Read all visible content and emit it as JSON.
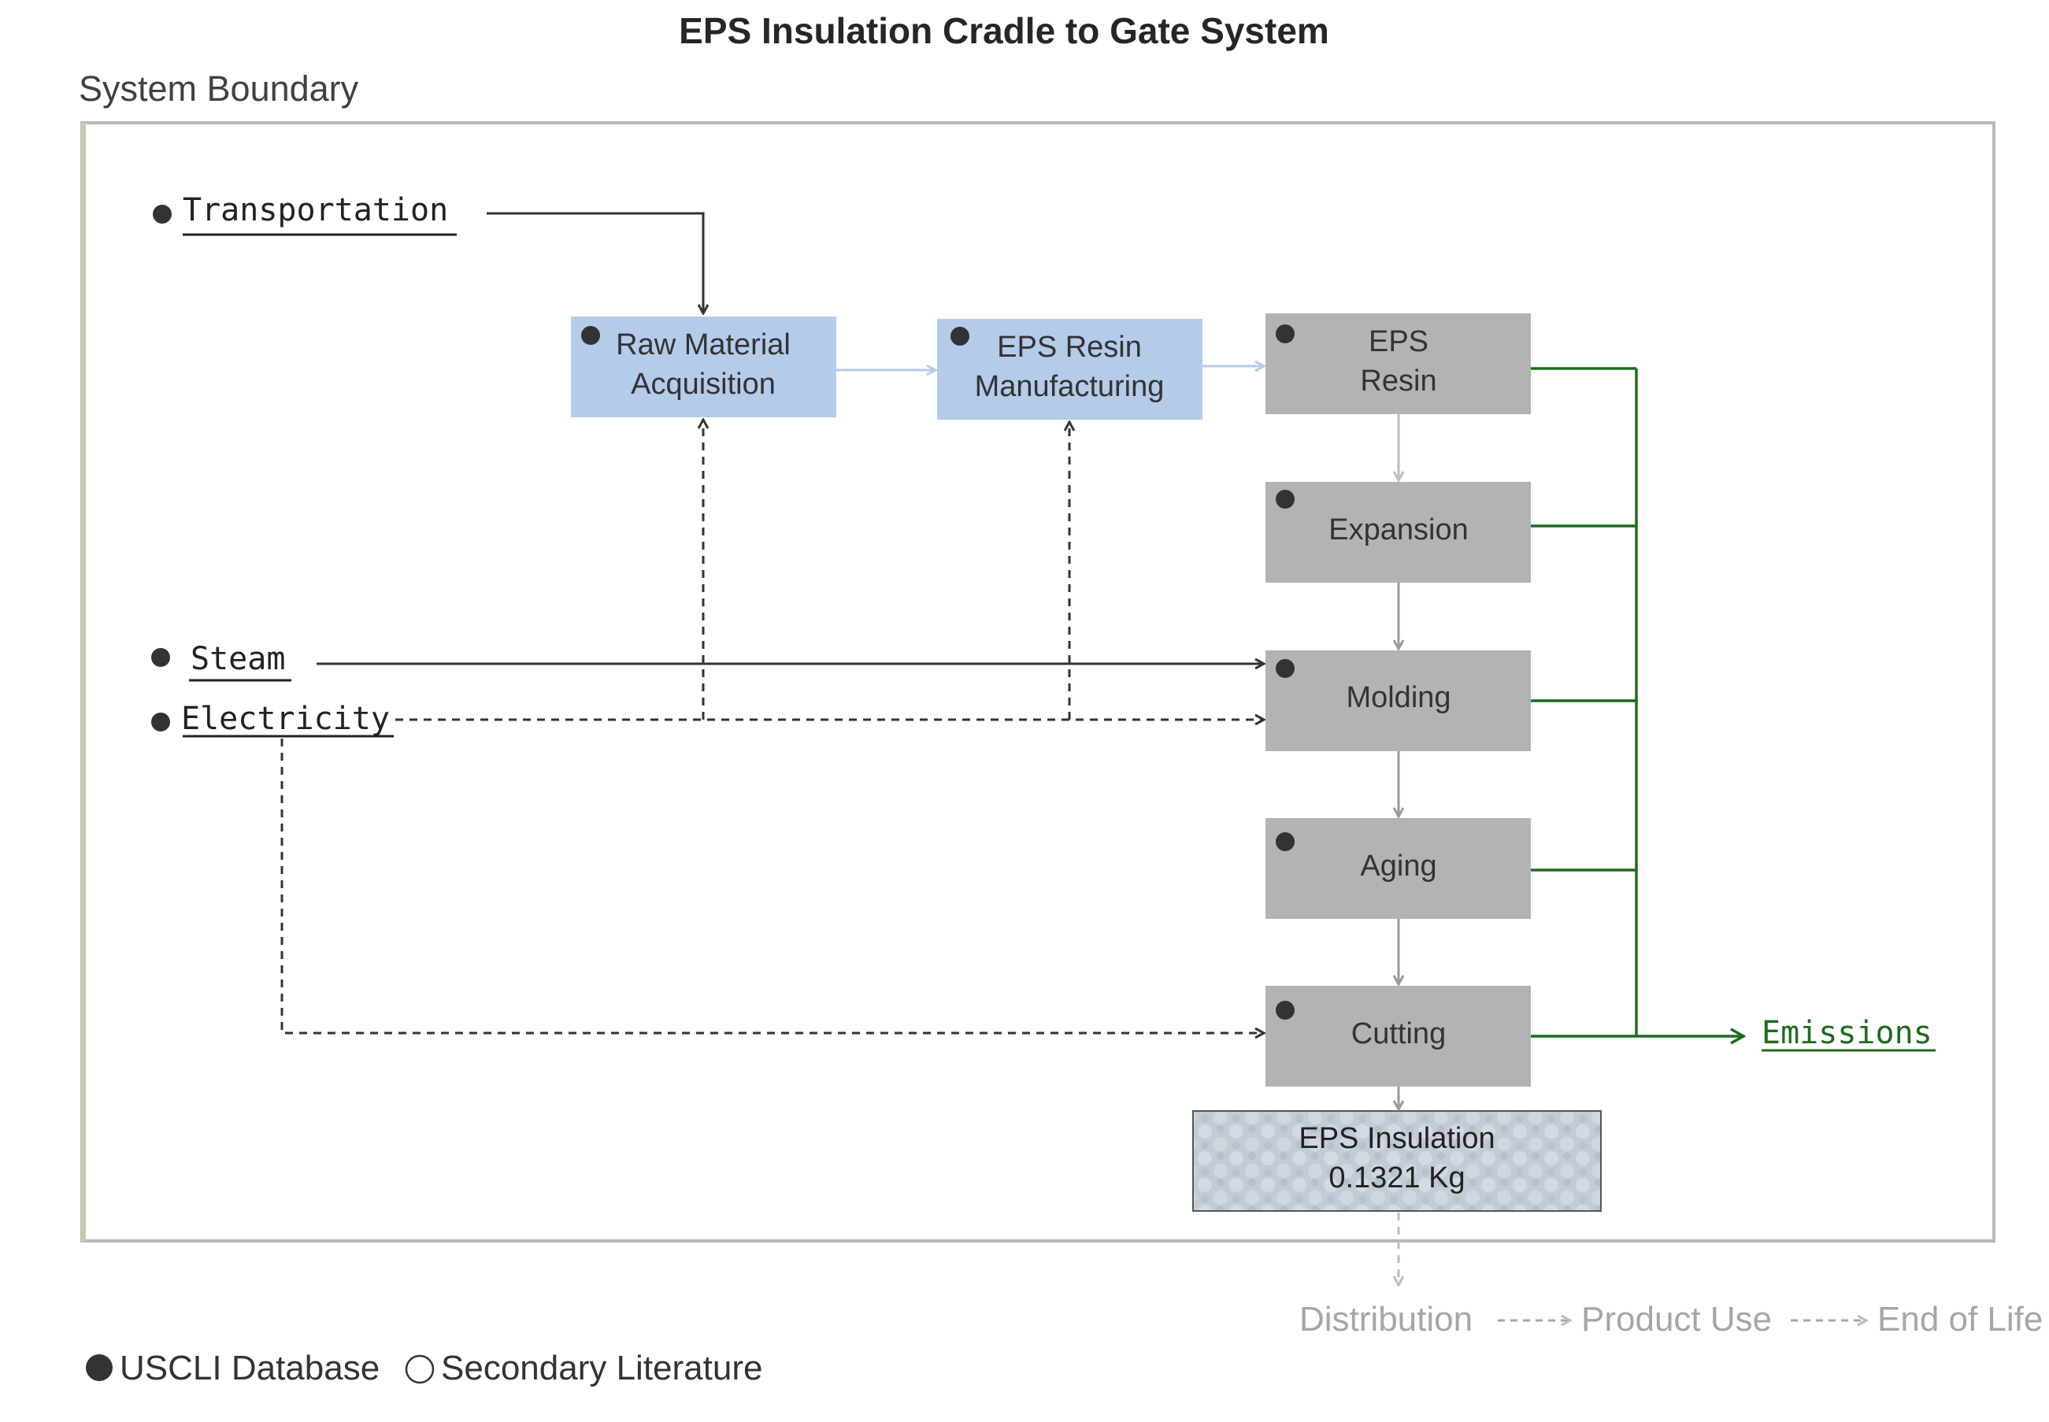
{
  "title": "EPS Insulation Cradle to Gate System",
  "boundary_label": "System Boundary",
  "inputs": {
    "transportation": "Transportation",
    "steam": "Steam",
    "electricity": "Electricity"
  },
  "processes": {
    "raw_material": [
      "Raw Material",
      "Acquisition"
    ],
    "eps_resin_mfg": [
      "EPS Resin",
      "Manufacturing"
    ],
    "eps_resin": [
      "EPS",
      "Resin"
    ],
    "expansion": "Expansion",
    "molding": "Molding",
    "aging": "Aging",
    "cutting": "Cutting"
  },
  "product": {
    "name": "EPS Insulation",
    "amount": "0.1321 Kg"
  },
  "output": "Emissions",
  "downstream": {
    "distribution": "Distribution",
    "product_use": "Product Use",
    "end_of_life": "End of Life"
  },
  "legend": {
    "database": "USCLI Database",
    "literature": "Secondary Literature"
  },
  "colors": {
    "upstream_box": "#b4cbea",
    "process_box": "#b3b3b3",
    "emissions": "#1e6b1e",
    "boundary": "#b8b8b8",
    "downstream_text": "#a6a6a6"
  }
}
